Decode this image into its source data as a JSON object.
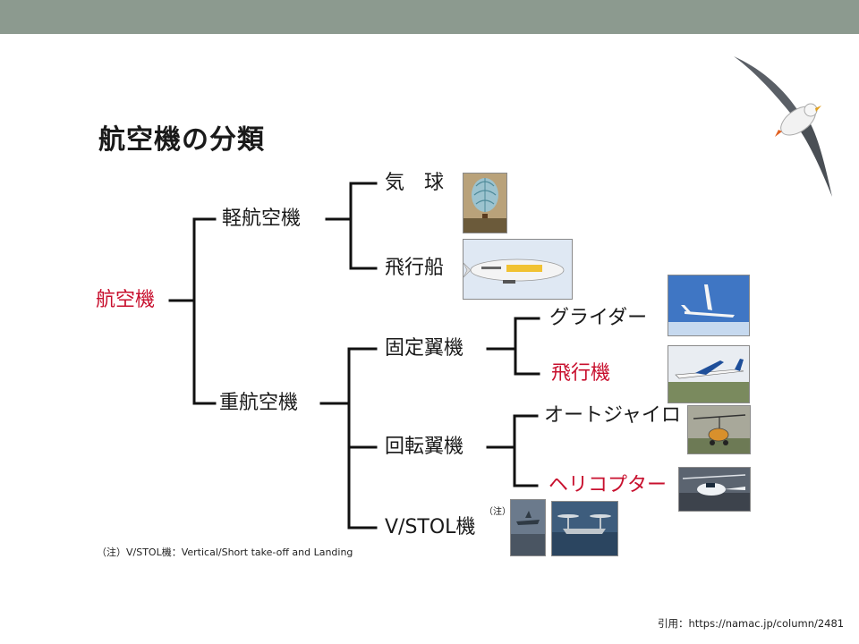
{
  "title": "航空機の分類",
  "nodes": {
    "root": "航空機",
    "lighter": "軽航空機",
    "heavier": "重航空機",
    "balloon": "気　球",
    "airship": "飛行船",
    "fixed_wing": "固定翼機",
    "rotary_wing": "回転翼機",
    "vstol": "V/STOL機",
    "glider": "グライダー",
    "airplane": "飛行機",
    "autogyro": "オートジャイロ",
    "helicopter": "ヘリコプター"
  },
  "note_marker": "（注）",
  "footnote": "（注）V/STOL機：Vertical/Short take-off and Landing",
  "citation": "引用：https://namac.jp/column/2481",
  "colors": {
    "topbar": "#8c9a8f",
    "highlight": "#c8102e",
    "line": "#111111"
  }
}
